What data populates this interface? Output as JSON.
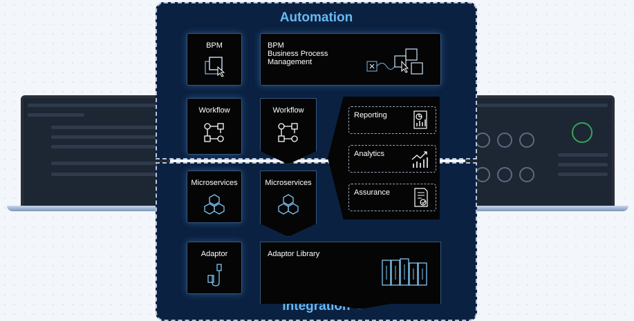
{
  "automation": {
    "title": "Automation",
    "bpm_label": "BPM",
    "bpm_full_label": "BPM\nBusiness Process\nManagement",
    "workflow_left_label": "Workflow",
    "workflow_mid_label": "Workflow"
  },
  "integration": {
    "title": "Integration",
    "microservices_left_label": "Microservices",
    "microservices_mid_label": "Microservices",
    "adaptor_label": "Adaptor",
    "adaptor_library_label": "Adaptor Library"
  },
  "observability": {
    "items": [
      {
        "label": "Reporting",
        "icon": "report-chart-icon"
      },
      {
        "label": "Analytics",
        "icon": "analytics-chart-icon"
      },
      {
        "label": "Assurance",
        "icon": "checklist-icon"
      }
    ]
  },
  "colors": {
    "panel_bg": "#0b2141",
    "title": "#68b9f2",
    "card_bg": "#050505",
    "glow": "#5aaaf0"
  }
}
